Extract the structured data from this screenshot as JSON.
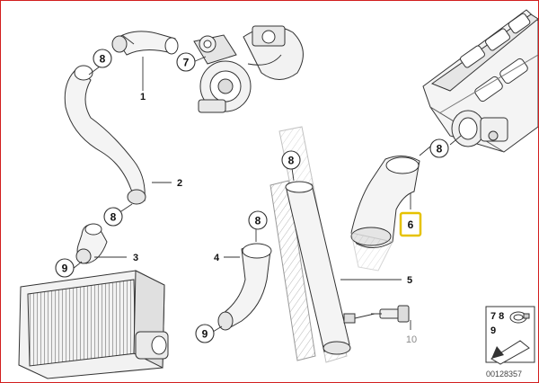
{
  "frame_color": "#d21f1f",
  "highlight_color": "#e6c200",
  "callouts": {
    "c8_top": "8",
    "c7_turbo": "7",
    "c8_right": "8",
    "c8_mid": "8",
    "c8_left": "8",
    "c8_lower": "8",
    "c9_left": "9",
    "c9_bottom": "9",
    "c6_highlight": "6"
  },
  "labels": {
    "l1": "1",
    "l2": "2",
    "l3": "3",
    "l4": "4",
    "l5": "5",
    "l10": "10"
  },
  "legend": {
    "row1": "7 8",
    "row2": "9"
  },
  "diagram_code": "00128357",
  "icons": [
    "hose-clamp-icon",
    "arrow-icon"
  ]
}
